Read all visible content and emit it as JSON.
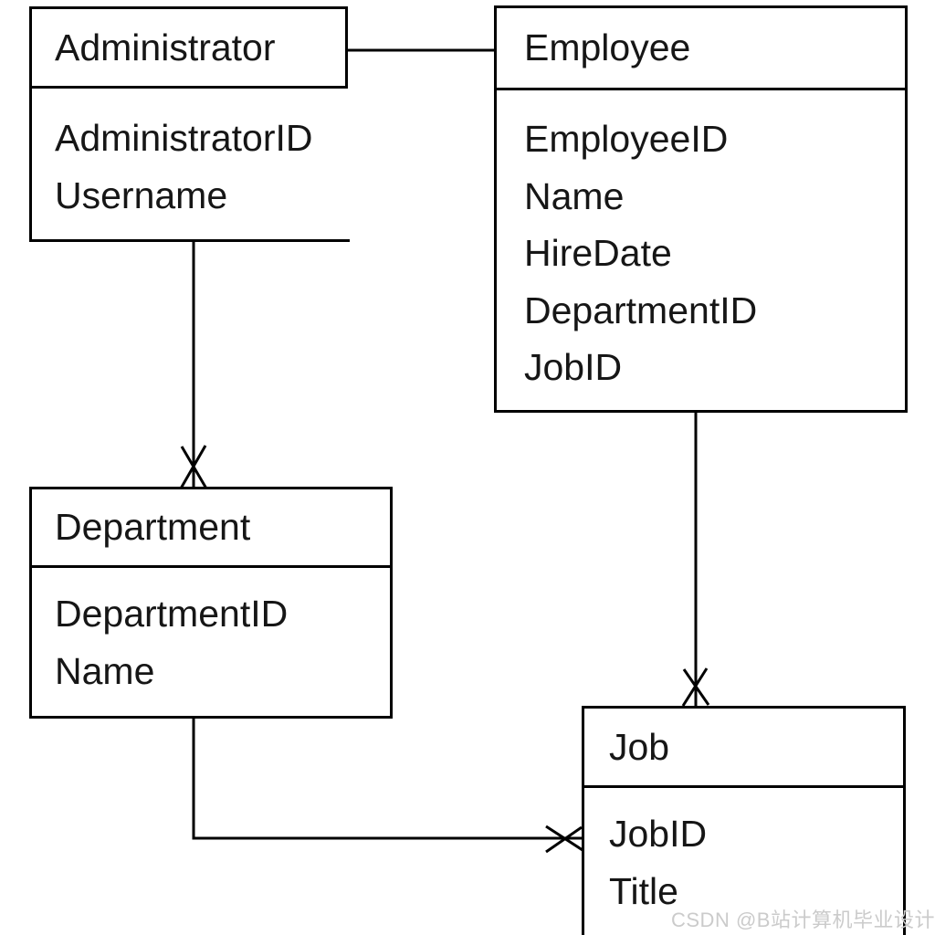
{
  "diagram": {
    "type": "entity-relationship",
    "entities": [
      {
        "id": "administrator",
        "title": "Administrator",
        "attributes": [
          "AdministratorID",
          "Username"
        ]
      },
      {
        "id": "employee",
        "title": "Employee",
        "attributes": [
          "EmployeeID",
          "Name",
          "HireDate",
          "DepartmentID",
          "JobID"
        ]
      },
      {
        "id": "department",
        "title": "Department",
        "attributes": [
          "DepartmentID",
          "Name"
        ]
      },
      {
        "id": "job",
        "title": "Job",
        "attributes": [
          "JobID",
          "Title"
        ]
      }
    ],
    "relationships": [
      {
        "from": "Administrator",
        "to": "Employee",
        "end_marker": "none"
      },
      {
        "from": "Administrator",
        "to": "Department",
        "end_marker": "x-arrow"
      },
      {
        "from": "Employee",
        "to": "Job",
        "end_marker": "x-arrow"
      },
      {
        "from": "Department",
        "to": "Job",
        "end_marker": "x-arrow"
      }
    ]
  },
  "watermark": {
    "text": "CSDN @B站计算机毕业设计大学"
  },
  "colors": {
    "stroke": "#000000",
    "background": "#ffffff",
    "text": "#161616",
    "watermark": "#cbcbcb"
  }
}
